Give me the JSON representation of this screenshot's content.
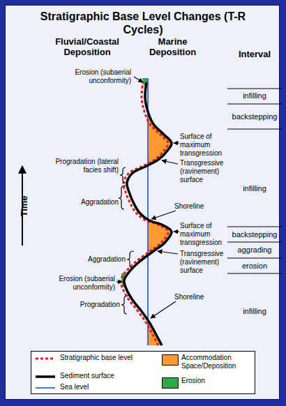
{
  "diagram": {
    "title": "Stratigraphic Base Level Changes (T-R Cycles)",
    "labels": [
      "Fluvial/Coastal Deposition",
      "Marine Deposition",
      "Interval",
      "Erosion (subaerial unconformity)",
      "Surface of maximum transgression",
      "infilling",
      "backstepping",
      "Progradation (lateral facies shift)",
      "Transgressive (ravinement) surface",
      "infilling",
      "Aggradation",
      "Time",
      "Shoreline",
      "Surface of maximum transgression",
      "backstepping",
      "Transgressive (ravinement) surface",
      "aggrading",
      "Aggradation",
      "Erosion (subaerial unconformity)",
      "erosion",
      "Shoreline",
      "Progradation",
      "infilling"
    ],
    "legend": [
      {
        "text": "Stratigraphic base level"
      },
      {
        "text": "Sediment surface"
      },
      {
        "text": "Sea level"
      },
      {
        "text": "Accommodation Space/Deposition",
        "color": "#ff9a33"
      },
      {
        "text": "Erosion",
        "color": "#2fa84a"
      }
    ]
  }
}
